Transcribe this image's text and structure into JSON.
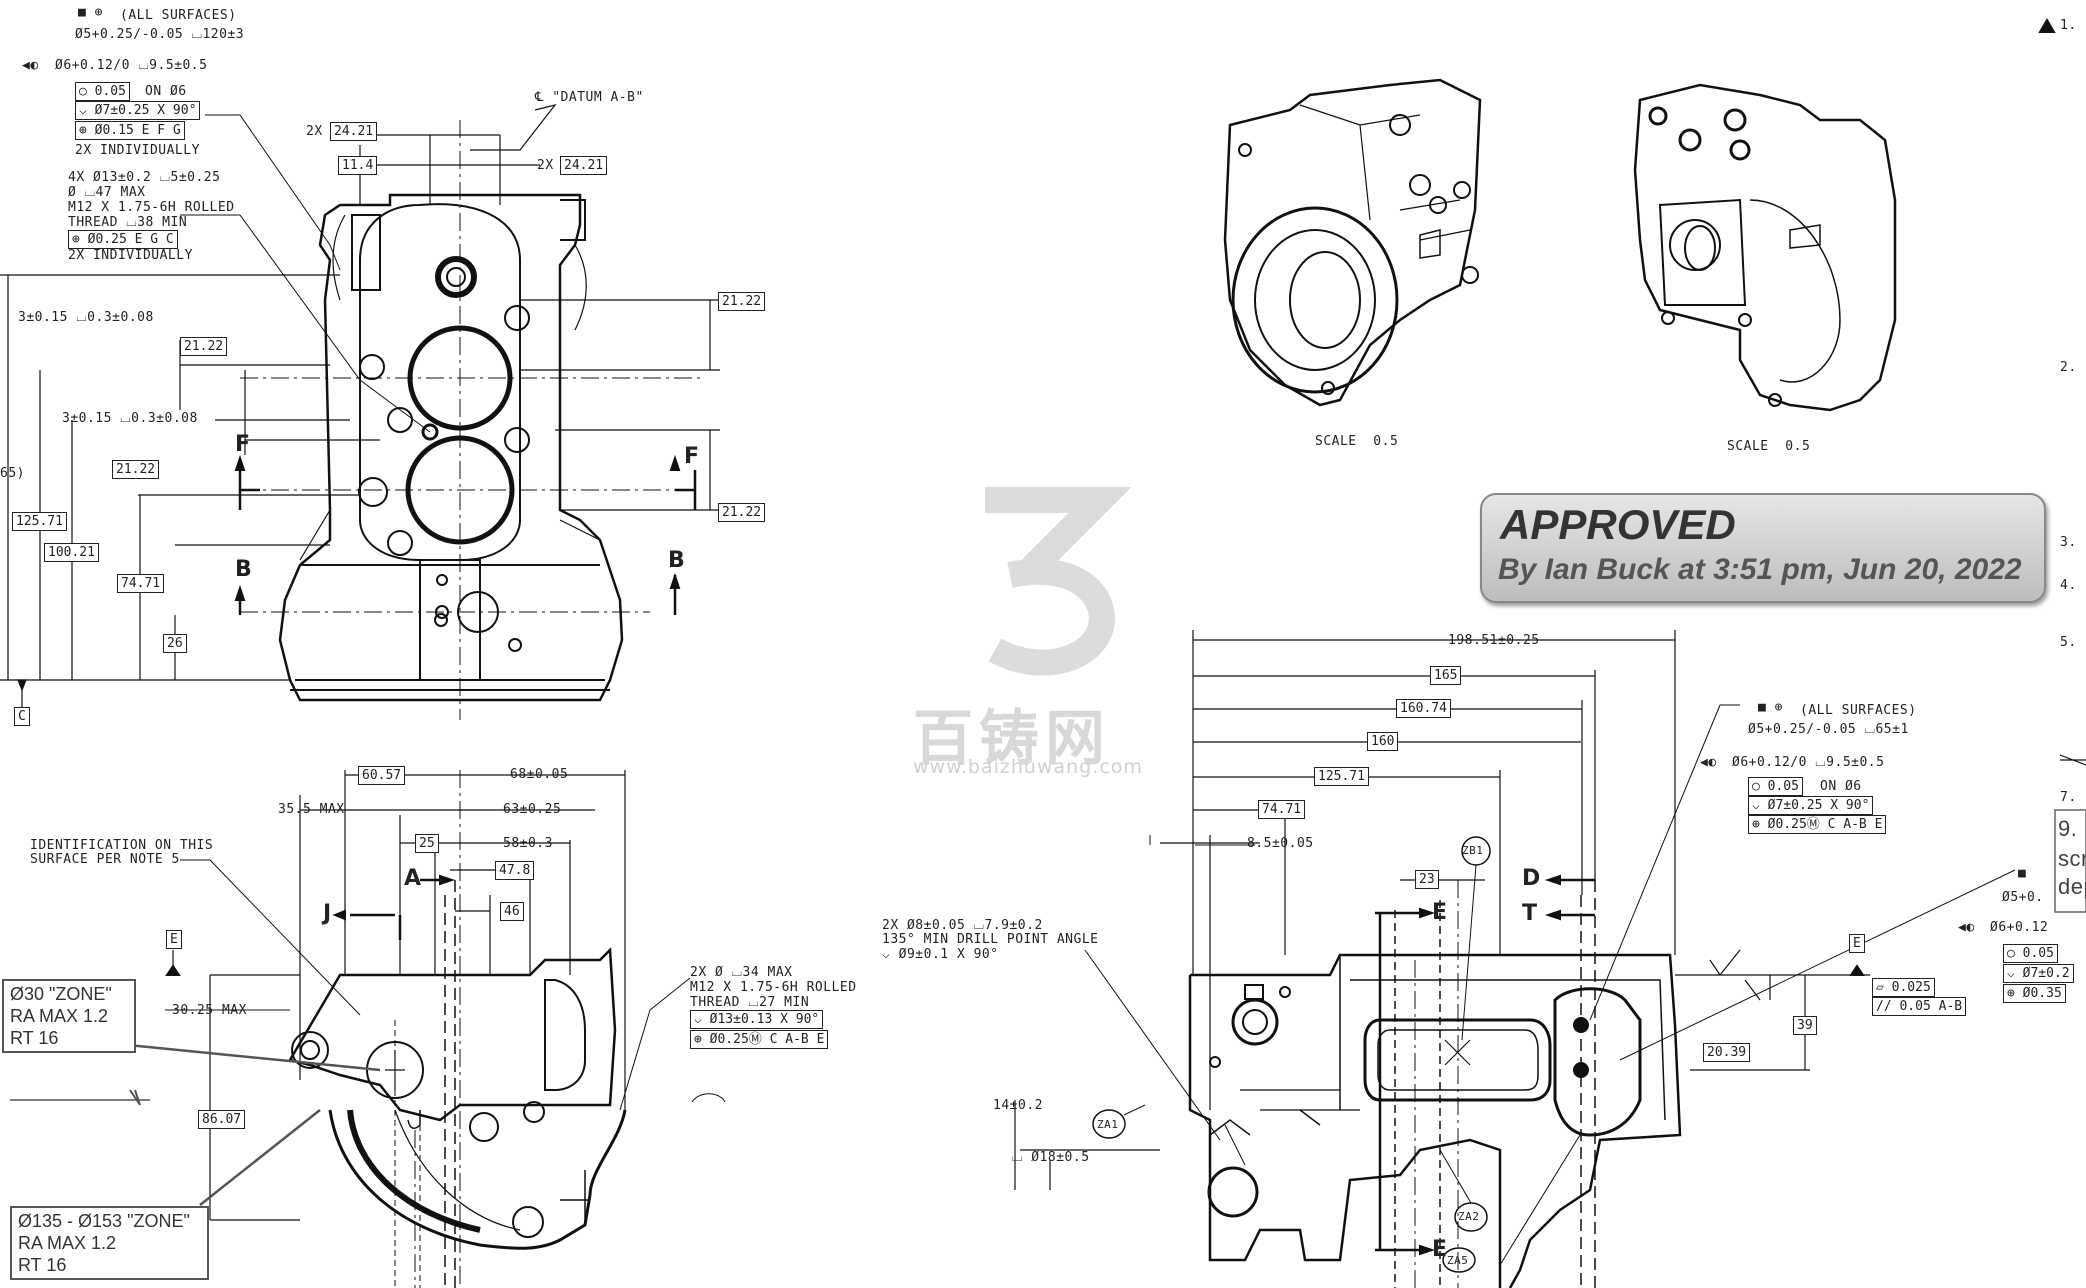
{
  "stamp": {
    "title": "APPROVED",
    "by": "By Ian Buck at 3:51 pm, Jun 20, 2022"
  },
  "watermark": {
    "name": "百铸网",
    "url": "www.baizhuwang.com"
  },
  "iso_views": [
    {
      "scale": "SCALE  0.5"
    },
    {
      "scale": "SCALE  0.5"
    }
  ],
  "top_left_callouts": {
    "all_surfaces": "(ALL SURFACES)",
    "hole1": "Ø5+0.25/-0.05 ⌴120±3",
    "hole2": "Ø6+0.12/0 ⌴9.5±0.5",
    "circ": "0.05",
    "on_dia": "ON Ø6",
    "csk": "Ø7±0.25 X 90°",
    "pos": "Ø0.15 E F G",
    "indiv": "2X INDIVIDUALLY",
    "thread1": "4X Ø13±0.2 ⌴5±0.25",
    "thread2": "Ø ⌴47 MAX",
    "thread3": "M12 X 1.75-6H ROLLED",
    "thread4": "THREAD ⌴38 MIN",
    "thread_pos": "Ø0.25 E G C",
    "indiv2": "2X INDIVIDUALLY",
    "datum_ab": "\"DATUM A-B\""
  },
  "top_left_dims": {
    "d24a": "24.21",
    "d11": "11.4",
    "d24b": "24.21",
    "twox_a": "2X",
    "twox_b": "2X",
    "d21_22_top": "21.22",
    "cb1": "3±0.15 ⌴0.3±0.08",
    "d21_22_l1": "21.22",
    "cb2": "3±0.15 ⌴0.3±0.08",
    "d21_22_l2": "21.22",
    "d21_22_r2": "21.22",
    "d125": "125.71",
    "d100": "100.21",
    "d74": "74.71",
    "d26": "26",
    "d65": "65)",
    "datum_c": "C"
  },
  "section_labels": {
    "f_left": "F",
    "f_right": "F",
    "b_left": "B",
    "b_right": "B",
    "a": "A",
    "j": "J",
    "e_box": "E",
    "d": "D",
    "t": "T",
    "e1": "E",
    "e2": "E"
  },
  "bottom_left": {
    "ident1": "IDENTIFICATION ON THIS",
    "ident2": "SURFACE PER NOTE 5",
    "max35": "35.5 MAX",
    "d60": "60.57",
    "d68": "68±0.05",
    "d63": "63±0.25",
    "d25": "25",
    "d58": "58±0.3",
    "d47": "47.8",
    "d46": "46",
    "max30": "30.25 MAX",
    "d86": "86.07",
    "zone1": [
      "Ø30 \"ZONE\"",
      "RA MAX 1.2",
      "RT 16"
    ],
    "zone2": [
      "Ø135 - Ø153 \"ZONE\"",
      "RA MAX 1.2",
      "RT 16"
    ],
    "tap1": "2X Ø ⌴34 MAX",
    "tap2": "M12 X 1.75-6H ROLLED",
    "tap3": "THREAD ⌴27 MIN",
    "tap4": "Ø13±0.13 X 90°",
    "tap5": "Ø0.25Ⓜ C A-B E"
  },
  "bottom_right": {
    "d198": "198.51±0.25",
    "d165": "165",
    "d160_74": "160.74",
    "d160": "160",
    "d125": "125.71",
    "d74": "74.71",
    "d8_5": "8.5±0.05",
    "drill1": "2X Ø8±0.05 ⌴7.9±0.2",
    "drill2": "135° MIN DRILL POINT ANGLE",
    "drill3": "Ø9±0.1 X 90°",
    "d23": "23",
    "d14": "14±0.2",
    "d18": "Ø18±0.5",
    "zb1": "ZB1",
    "za1": "ZA1",
    "za2": "ZA2",
    "za5": "ZA5",
    "all_surfaces": "(ALL SURFACES)",
    "hole1": "Ø5+0.25/-0.05 ⌴65±1",
    "hole2": "Ø6+0.12/0 ⌴9.5±0.5",
    "circ": "0.05",
    "on_dia": "ON Ø6",
    "csk": "Ø7±0.25 X 90°",
    "pos": "Ø0.25Ⓜ C A-B E",
    "flat": "0.025",
    "par": "0.05 A-B",
    "d39": "39",
    "d20": "20.39",
    "datum_e": "E"
  },
  "notes_column": {
    "n1": "1.",
    "n2": "2.",
    "n3": "3.",
    "n4": "4.",
    "n5": "5.",
    "n7": "7.",
    "n9": "9.",
    "n9_l1": "scr",
    "n9_l2": "dep"
  },
  "right_edge_fcf": {
    "l1": "Ø5+0.",
    "l2": "Ø6+0.12",
    "l3": "0.05",
    "l4": "Ø7±0.2",
    "l5": "Ø0.35"
  }
}
